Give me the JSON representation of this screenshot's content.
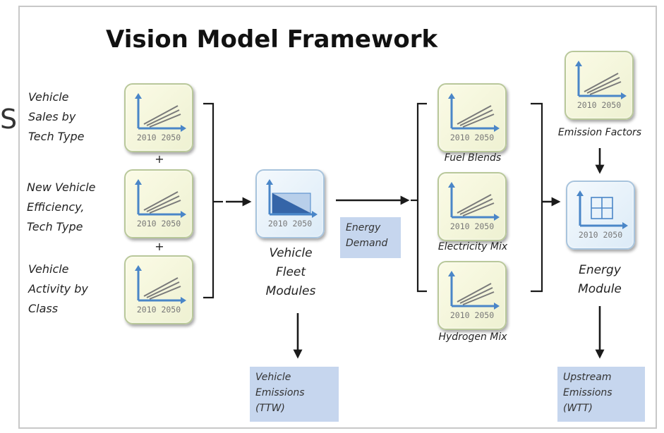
{
  "title": "Vision Model Framework",
  "edge_fragment": "S",
  "inputs": [
    {
      "label": "Vehicle\nSales by\nTech Type",
      "icon": "line-growth-chart-icon",
      "years": "2010  2050"
    },
    {
      "label": "New Vehicle\nEfficiency,\nTech Type",
      "icon": "line-growth-chart-icon",
      "years": "2010  2050"
    },
    {
      "label": "Vehicle\nActivity by\nClass",
      "icon": "line-growth-chart-icon",
      "years": "2010  2050"
    }
  ],
  "plus_sign": "+",
  "fleet_module": {
    "label": "Vehicle\nFleet\nModules",
    "icon": "area-decline-chart-icon",
    "years": "2010  2050"
  },
  "energy_demand": "Energy\nDemand",
  "vehicle_emissions": "Vehicle\nEmissions\n(TTW)",
  "fuel_inputs": [
    {
      "label": "Fuel Blends",
      "icon": "line-growth-chart-icon",
      "years": "2010  2050"
    },
    {
      "label": "Electricity Mix",
      "icon": "line-growth-chart-icon",
      "years": "2010  2050"
    },
    {
      "label": "Hydrogen Mix",
      "icon": "line-growth-chart-icon",
      "years": "2010  2050"
    }
  ],
  "emission_factors": {
    "label": "Emission Factors",
    "icon": "line-growth-chart-icon",
    "years": "2010  2050"
  },
  "energy_module": {
    "label": "Energy\nModule",
    "icon": "grid-table-icon",
    "years": "2010  2050"
  },
  "upstream_emissions": "Upstream\nEmissions\n(WTT)",
  "colors": {
    "arrow": "#1a1a1a",
    "axis": "#4a86c8",
    "highlight": "#c6d6ee"
  }
}
